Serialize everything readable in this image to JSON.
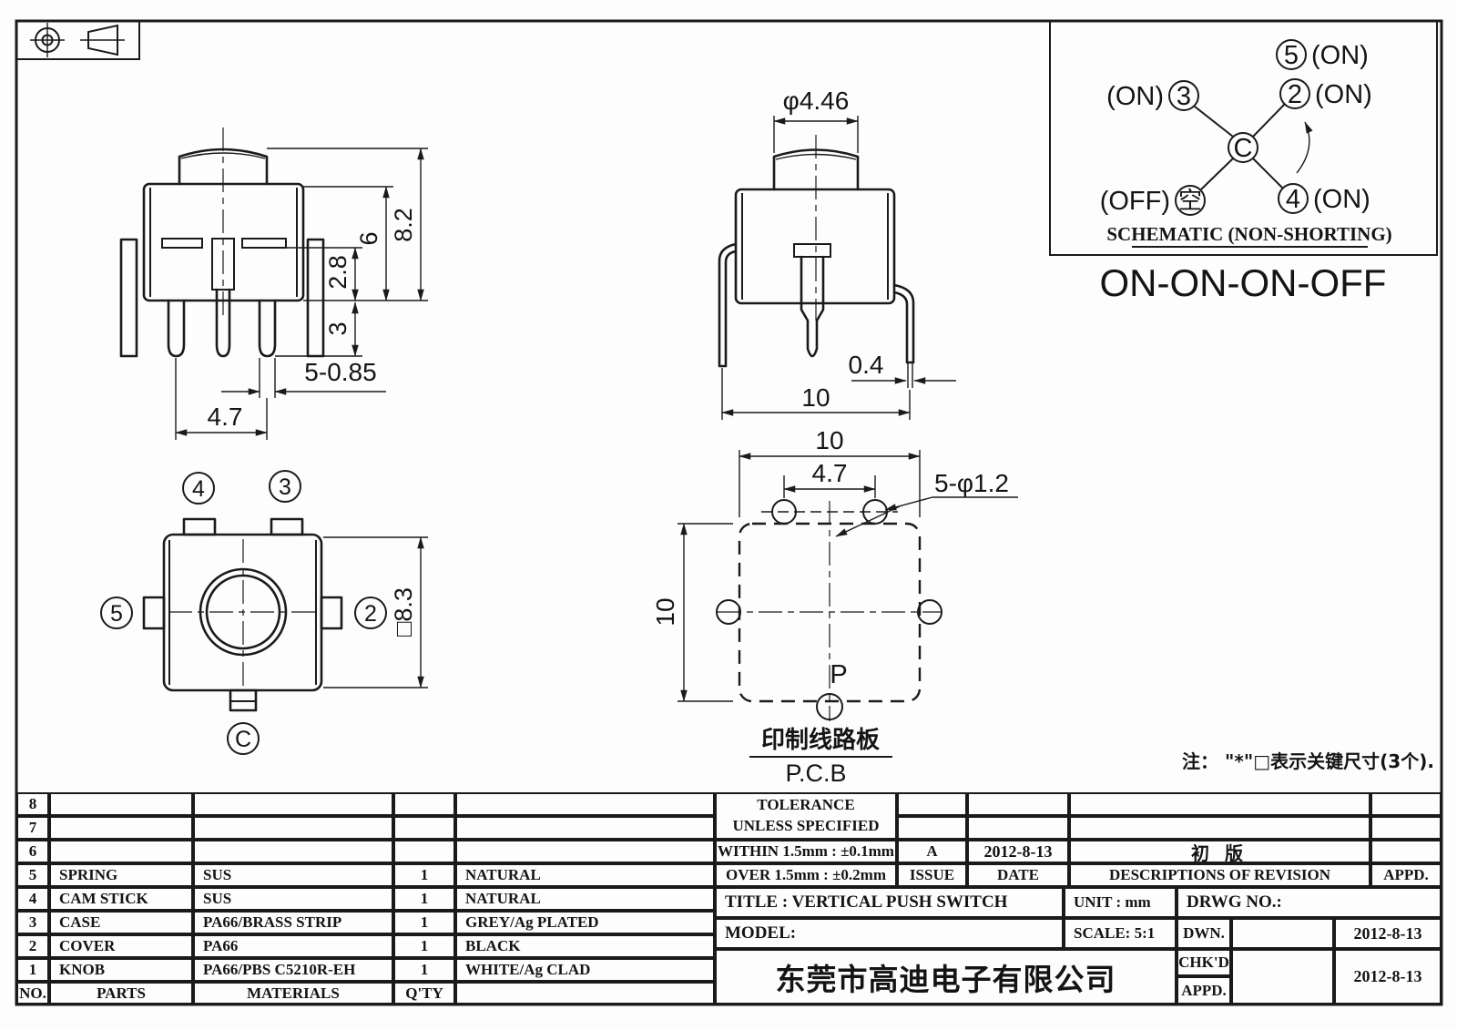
{
  "drawing": {
    "note": "注： \"*\"□表示关键尺寸(3个).",
    "front_view": {
      "dim_total_height": "8.2",
      "dim_body_height": "6",
      "dim_upper": "2.8",
      "dim_pin_length": "3",
      "dim_pin_width": "5-0.85",
      "dim_pin_pitch": "4.7"
    },
    "side_view": {
      "dim_knob_dia": "φ4.46",
      "dim_pin_thickness": "0.4",
      "dim_width": "10"
    },
    "top_view": {
      "dim_body": "□8.3",
      "terminal_4": "4",
      "terminal_3": "3",
      "terminal_5": "5",
      "terminal_2": "2",
      "terminal_c": "C"
    },
    "pcb_view": {
      "dim_width": "10",
      "dim_pitch": "4.7",
      "dim_holes": "5-φ1.2",
      "dim_height": "10",
      "label_p": "P",
      "caption_cn": "印制线路板",
      "caption_en": "P.C.B"
    },
    "schematic": {
      "t5": "5",
      "t2": "2",
      "t3": "3",
      "t4": "4",
      "tc": "C",
      "t_off": "空",
      "on5": "(ON)",
      "on2": "(ON)",
      "on3": "(ON)",
      "on4": "(ON)",
      "off": "(OFF)",
      "caption": "SCHEMATIC (NON-SHORTING)",
      "function": "ON-ON-ON-OFF"
    }
  },
  "table": {
    "rows": [
      {
        "no": "8",
        "part": "",
        "material": "",
        "qty": "",
        "finish": ""
      },
      {
        "no": "7",
        "part": "",
        "material": "",
        "qty": "",
        "finish": ""
      },
      {
        "no": "6",
        "part": "",
        "material": "",
        "qty": "",
        "finish": ""
      },
      {
        "no": "5",
        "part": "SPRING",
        "material": "SUS",
        "qty": "1",
        "finish": "NATURAL"
      },
      {
        "no": "4",
        "part": "CAM STICK",
        "material": "SUS",
        "qty": "1",
        "finish": "NATURAL"
      },
      {
        "no": "3",
        "part": "CASE",
        "material": "PA66/BRASS STRIP",
        "qty": "1",
        "finish": "GREY/Ag PLATED"
      },
      {
        "no": "2",
        "part": "COVER",
        "material": "PA66",
        "qty": "1",
        "finish": "BLACK"
      },
      {
        "no": "1",
        "part": "KNOB",
        "material": "PA66/PBS C5210R-EH",
        "qty": "1",
        "finish": "WHITE/Ag CLAD"
      }
    ],
    "footer": {
      "no": "NO.",
      "parts": "PARTS",
      "materials": "MATERIALS",
      "qty": "Q'TY"
    }
  },
  "title_block": {
    "tolerance_line1": "TOLERANCE",
    "tolerance_line2": "UNLESS  SPECIFIED",
    "within": "WITHIN 1.5mm : ±0.1mm",
    "over": "OVER 1.5mm : ±0.2mm",
    "issue_value": "A",
    "date_value": "2012-8-13",
    "revision_value": "初 版",
    "issue_label": "ISSUE",
    "date_label": "DATE",
    "revision_label": "DESCRIPTIONS OF REVISION",
    "appd_label": "APPD.",
    "title": "TITLE :  VERTICAL PUSH SWITCH",
    "unit": "UNIT :  mm",
    "drwg_no": "DRWG NO.:",
    "model": "MODEL:",
    "scale": "SCALE:  5:1",
    "dwn": "DWN.",
    "chkd": "CHK'D",
    "appd": "APPD.",
    "dwn_date": "2012-8-13",
    "chkd_date": "2012-8-13",
    "company": "东莞市高迪电子有限公司"
  }
}
